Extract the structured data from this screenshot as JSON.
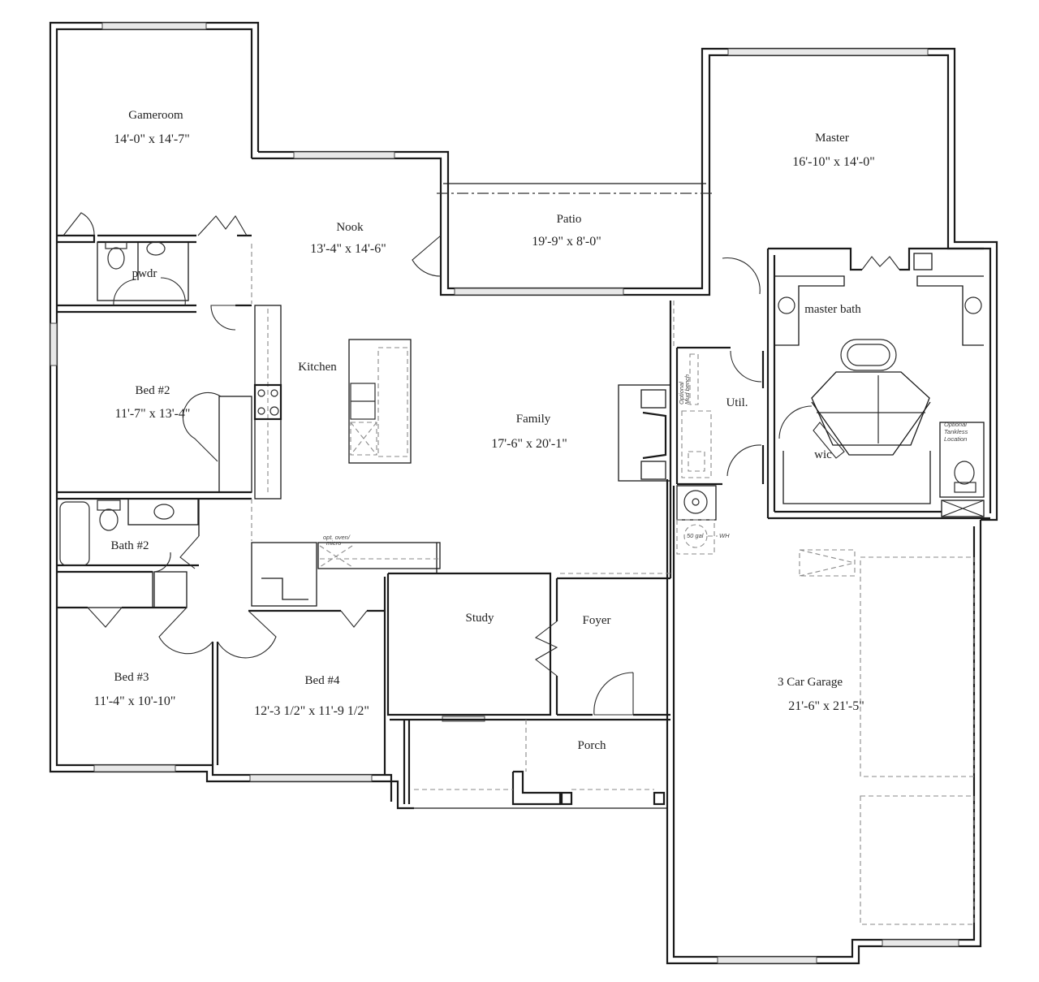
{
  "plan": {
    "rooms": {
      "gameroom": {
        "name": "Gameroom",
        "dims": "14'-0\" x 14'-7\""
      },
      "pwdr": {
        "name": "pwdr"
      },
      "bed2": {
        "name": "Bed #2",
        "dims": "11'-7\" x 13'-4\""
      },
      "bath2": {
        "name": "Bath #2"
      },
      "bed3": {
        "name": "Bed #3",
        "dims": "11'-4\" x 10'-10\""
      },
      "bed4": {
        "name": "Bed #4",
        "dims": "12'-3 1/2\" x 11'-9 1/2\""
      },
      "nook": {
        "name": "Nook",
        "dims": "13'-4\" x 14'-6\""
      },
      "kitchen": {
        "name": "Kitchen"
      },
      "patio": {
        "name": "Patio",
        "dims": "19'-9\" x 8'-0\""
      },
      "family": {
        "name": "Family",
        "dims": "17'-6\" x 20'-1\""
      },
      "master": {
        "name": "Master",
        "dims": "16'-10\" x 14'-0\""
      },
      "master_bath": {
        "name": "master bath"
      },
      "wic": {
        "name": "wic"
      },
      "util": {
        "name": "Util."
      },
      "study": {
        "name": "Study"
      },
      "foyer": {
        "name": "Foyer"
      },
      "porch": {
        "name": "Porch"
      },
      "garage": {
        "name": "3 Car Garage",
        "dims": "21'-6\" x 21'-5\""
      }
    },
    "annotations": {
      "oven_micro_line1": "opt. oven/",
      "oven_micro_line2": "micro",
      "mud_bench_line1": "Optional",
      "mud_bench_line2": "Mud bench",
      "tankless_line1": "Optional",
      "tankless_line2": "Tankless",
      "tankless_line3": "Location",
      "water_heater": "WH",
      "water_heater_cap": "50 gal"
    }
  }
}
